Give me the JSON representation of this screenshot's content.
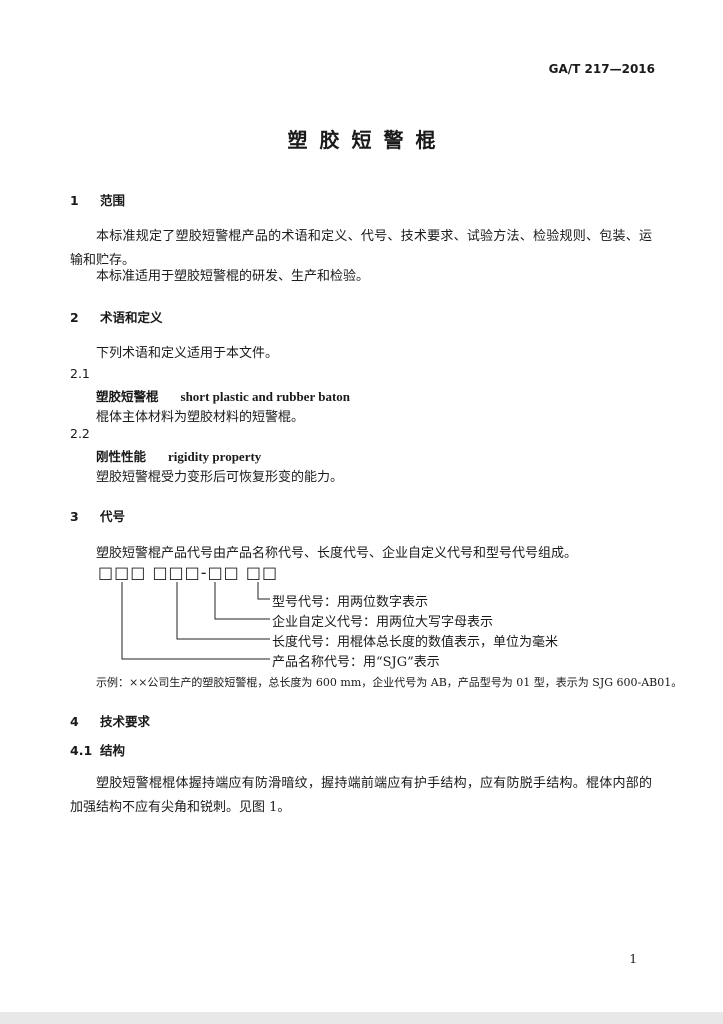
{
  "header": {
    "standard_id": "GA/T 217—2016"
  },
  "title": "塑胶短警棍",
  "sections": {
    "s1": {
      "num": "1",
      "title": "范围"
    },
    "s1_p1": "本标准规定了塑胶短警棍产品的术语和定义、代号、技术要求、试验方法、检验规则、包装、运输和贮存。",
    "s1_p2": "本标准适用于塑胶短警棍的研发、生产和检验。",
    "s2": {
      "num": "2",
      "title": "术语和定义"
    },
    "s2_p1": "下列术语和定义适用于本文件。",
    "s2_1": {
      "num": "2.1",
      "term_zh": "塑胶短警棍",
      "term_en": "short plastic and rubber baton",
      "definition": "棍体主体材料为塑胶材料的短警棍。"
    },
    "s2_2": {
      "num": "2.2",
      "term_zh": "刚性性能",
      "term_en": "rigidity property",
      "definition": "塑胶短警棍受力变形后可恢复形变的能力。"
    },
    "s3": {
      "num": "3",
      "title": "代号"
    },
    "s3_p1": "塑胶短警棍产品代号由产品名称代号、长度代号、企业自定义代号和型号代号组成。",
    "code_diagram": {
      "boxes": "□□□ □□□-□□ □□",
      "labels": [
        "型号代号：用两位数字表示",
        "企业自定义代号：用两位大写字母表示",
        "长度代号：用棍体总长度的数值表示，单位为毫米",
        "产品名称代号：用“SJG”表示"
      ]
    },
    "s3_example": "示例：××公司生产的塑胶短警棍，总长度为 600 mm，企业代号为 AB，产品型号为 01 型，表示为 SJG 600-AB01。",
    "s4": {
      "num": "4",
      "title": "技术要求"
    },
    "s4_1": {
      "num": "4.1",
      "title": "结构"
    },
    "s4_1_p1": "塑胶短警棍棍体握持端应有防滑暗纹，握持端前端应有护手结构，应有防脱手结构。棍体内部的加强结构不应有尖角和锐刺。见图 1。"
  },
  "footer": {
    "page_number": "1"
  }
}
